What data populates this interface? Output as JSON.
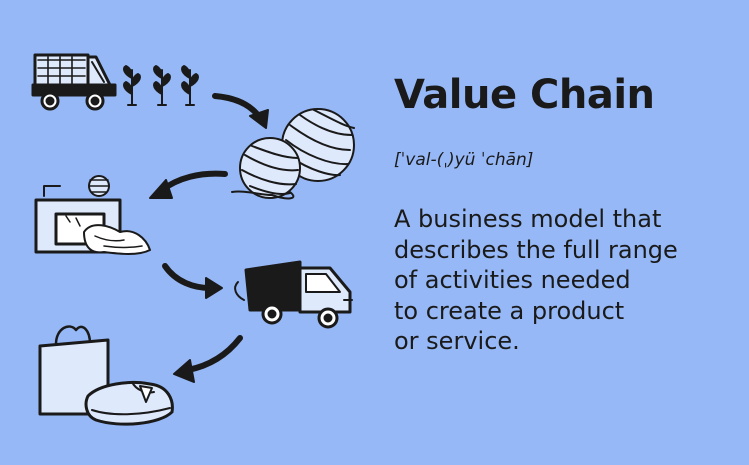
{
  "title": "Value Chain",
  "pronunciation": "[ˈval-(ˌ)yü ˈchān]",
  "definition_lines": [
    "A business model that",
    "describes the full range",
    "of activities needed",
    "to create a product",
    "or service."
  ],
  "colors": {
    "background": "#96b8f6",
    "ink": "#1a1a1a",
    "fill_light": "#dfe9fc"
  },
  "icons": [
    "tractor-icon",
    "plant-sprout-icon",
    "yarn-balls-icon",
    "sewing-machine-icon",
    "delivery-truck-icon",
    "shopping-bag-icon",
    "folded-clothes-icon",
    "curved-arrow-icon"
  ]
}
